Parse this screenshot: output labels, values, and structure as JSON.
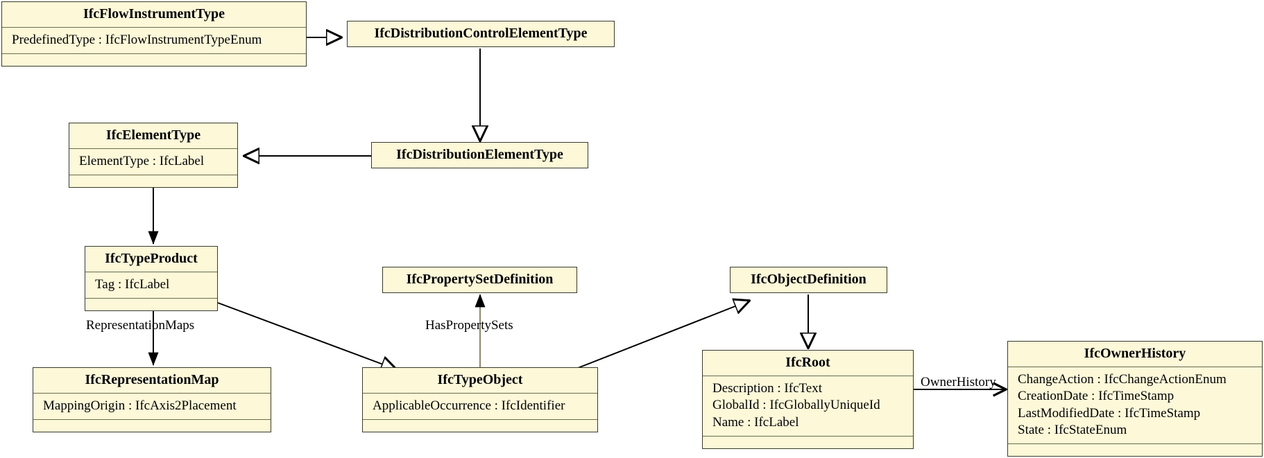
{
  "diagram": {
    "type": "uml-class-diagram",
    "title": "IFC Flow Instrument Type inheritance diagram",
    "colors": {
      "class_fill": "#fcf8d8",
      "class_border": "#3a3a28",
      "compartment_divider": "#6b6b4a",
      "edge": "#000000",
      "background": "#ffffff"
    }
  },
  "classes": [
    {
      "id": "IfcFlowInstrumentType",
      "name": "IfcFlowInstrumentType",
      "attributes": [
        "PredefinedType : IfcFlowInstrumentTypeEnum"
      ],
      "operations": [],
      "has_operations_compartment": true
    },
    {
      "id": "IfcDistributionControlElementType",
      "name": "IfcDistributionControlElementType",
      "attributes": [],
      "operations": [],
      "has_operations_compartment": false
    },
    {
      "id": "IfcElementType",
      "name": "IfcElementType",
      "attributes": [
        "ElementType : IfcLabel"
      ],
      "operations": [],
      "has_operations_compartment": true
    },
    {
      "id": "IfcDistributionElementType",
      "name": "IfcDistributionElementType",
      "attributes": [],
      "operations": [],
      "has_operations_compartment": false
    },
    {
      "id": "IfcTypeProduct",
      "name": "IfcTypeProduct",
      "attributes": [
        "Tag : IfcLabel"
      ],
      "operations": [],
      "has_operations_compartment": true
    },
    {
      "id": "IfcPropertySetDefinition",
      "name": "IfcPropertySetDefinition",
      "attributes": [],
      "operations": [],
      "has_operations_compartment": false
    },
    {
      "id": "IfcObjectDefinition",
      "name": "IfcObjectDefinition",
      "attributes": [],
      "operations": [],
      "has_operations_compartment": false
    },
    {
      "id": "IfcRepresentationMap",
      "name": "IfcRepresentationMap",
      "attributes": [
        "MappingOrigin : IfcAxis2Placement"
      ],
      "operations": [],
      "has_operations_compartment": true
    },
    {
      "id": "IfcTypeObject",
      "name": "IfcTypeObject",
      "attributes": [
        "ApplicableOccurrence : IfcIdentifier"
      ],
      "operations": [],
      "has_operations_compartment": true
    },
    {
      "id": "IfcRoot",
      "name": "IfcRoot",
      "attributes": [
        "Description : IfcText",
        "GlobalId : IfcGloballyUniqueId",
        "Name : IfcLabel"
      ],
      "operations": [],
      "has_operations_compartment": true
    },
    {
      "id": "IfcOwnerHistory",
      "name": "IfcOwnerHistory",
      "attributes": [
        "ChangeAction : IfcChangeActionEnum",
        "CreationDate : IfcTimeStamp",
        "LastModifiedDate : IfcTimeStamp",
        "State : IfcStateEnum"
      ],
      "operations": [],
      "has_operations_compartment": true
    }
  ],
  "relationships": [
    {
      "id": "rel-flowinstrument-distributioncontrol",
      "kind": "generalization",
      "from": "IfcFlowInstrumentType",
      "to": "IfcDistributionControlElementType",
      "label": ""
    },
    {
      "id": "rel-distributioncontrol-distributionelement",
      "kind": "generalization",
      "from": "IfcDistributionControlElementType",
      "to": "IfcDistributionElementType",
      "label": ""
    },
    {
      "id": "rel-distributionelement-elementtype",
      "kind": "generalization",
      "from": "IfcDistributionElementType",
      "to": "IfcElementType",
      "label": ""
    },
    {
      "id": "rel-elementtype-typeproduct",
      "kind": "association",
      "from": "IfcElementType",
      "to": "IfcTypeProduct",
      "label": ""
    },
    {
      "id": "rel-typeproduct-representationmap",
      "kind": "association",
      "from": "IfcTypeProduct",
      "to": "IfcRepresentationMap",
      "label": "RepresentationMaps"
    },
    {
      "id": "rel-typeproduct-typeobject",
      "kind": "generalization",
      "from": "IfcTypeProduct",
      "to": "IfcTypeObject",
      "label": ""
    },
    {
      "id": "rel-typeobject-propertysetdefinition",
      "kind": "association",
      "from": "IfcTypeObject",
      "to": "IfcPropertySetDefinition",
      "label": "HasPropertySets"
    },
    {
      "id": "rel-typeobject-objectdefinition",
      "kind": "generalization",
      "from": "IfcTypeObject",
      "to": "IfcObjectDefinition",
      "label": ""
    },
    {
      "id": "rel-objectdefinition-root",
      "kind": "generalization",
      "from": "IfcObjectDefinition",
      "to": "IfcRoot",
      "label": ""
    },
    {
      "id": "rel-root-ownerhistory",
      "kind": "association",
      "from": "IfcRoot",
      "to": "IfcOwnerHistory",
      "label": "OwnerHistory"
    }
  ],
  "edge_labels": {
    "representation_maps": "RepresentationMaps",
    "has_property_sets": "HasPropertySets",
    "owner_history": "OwnerHistory"
  }
}
